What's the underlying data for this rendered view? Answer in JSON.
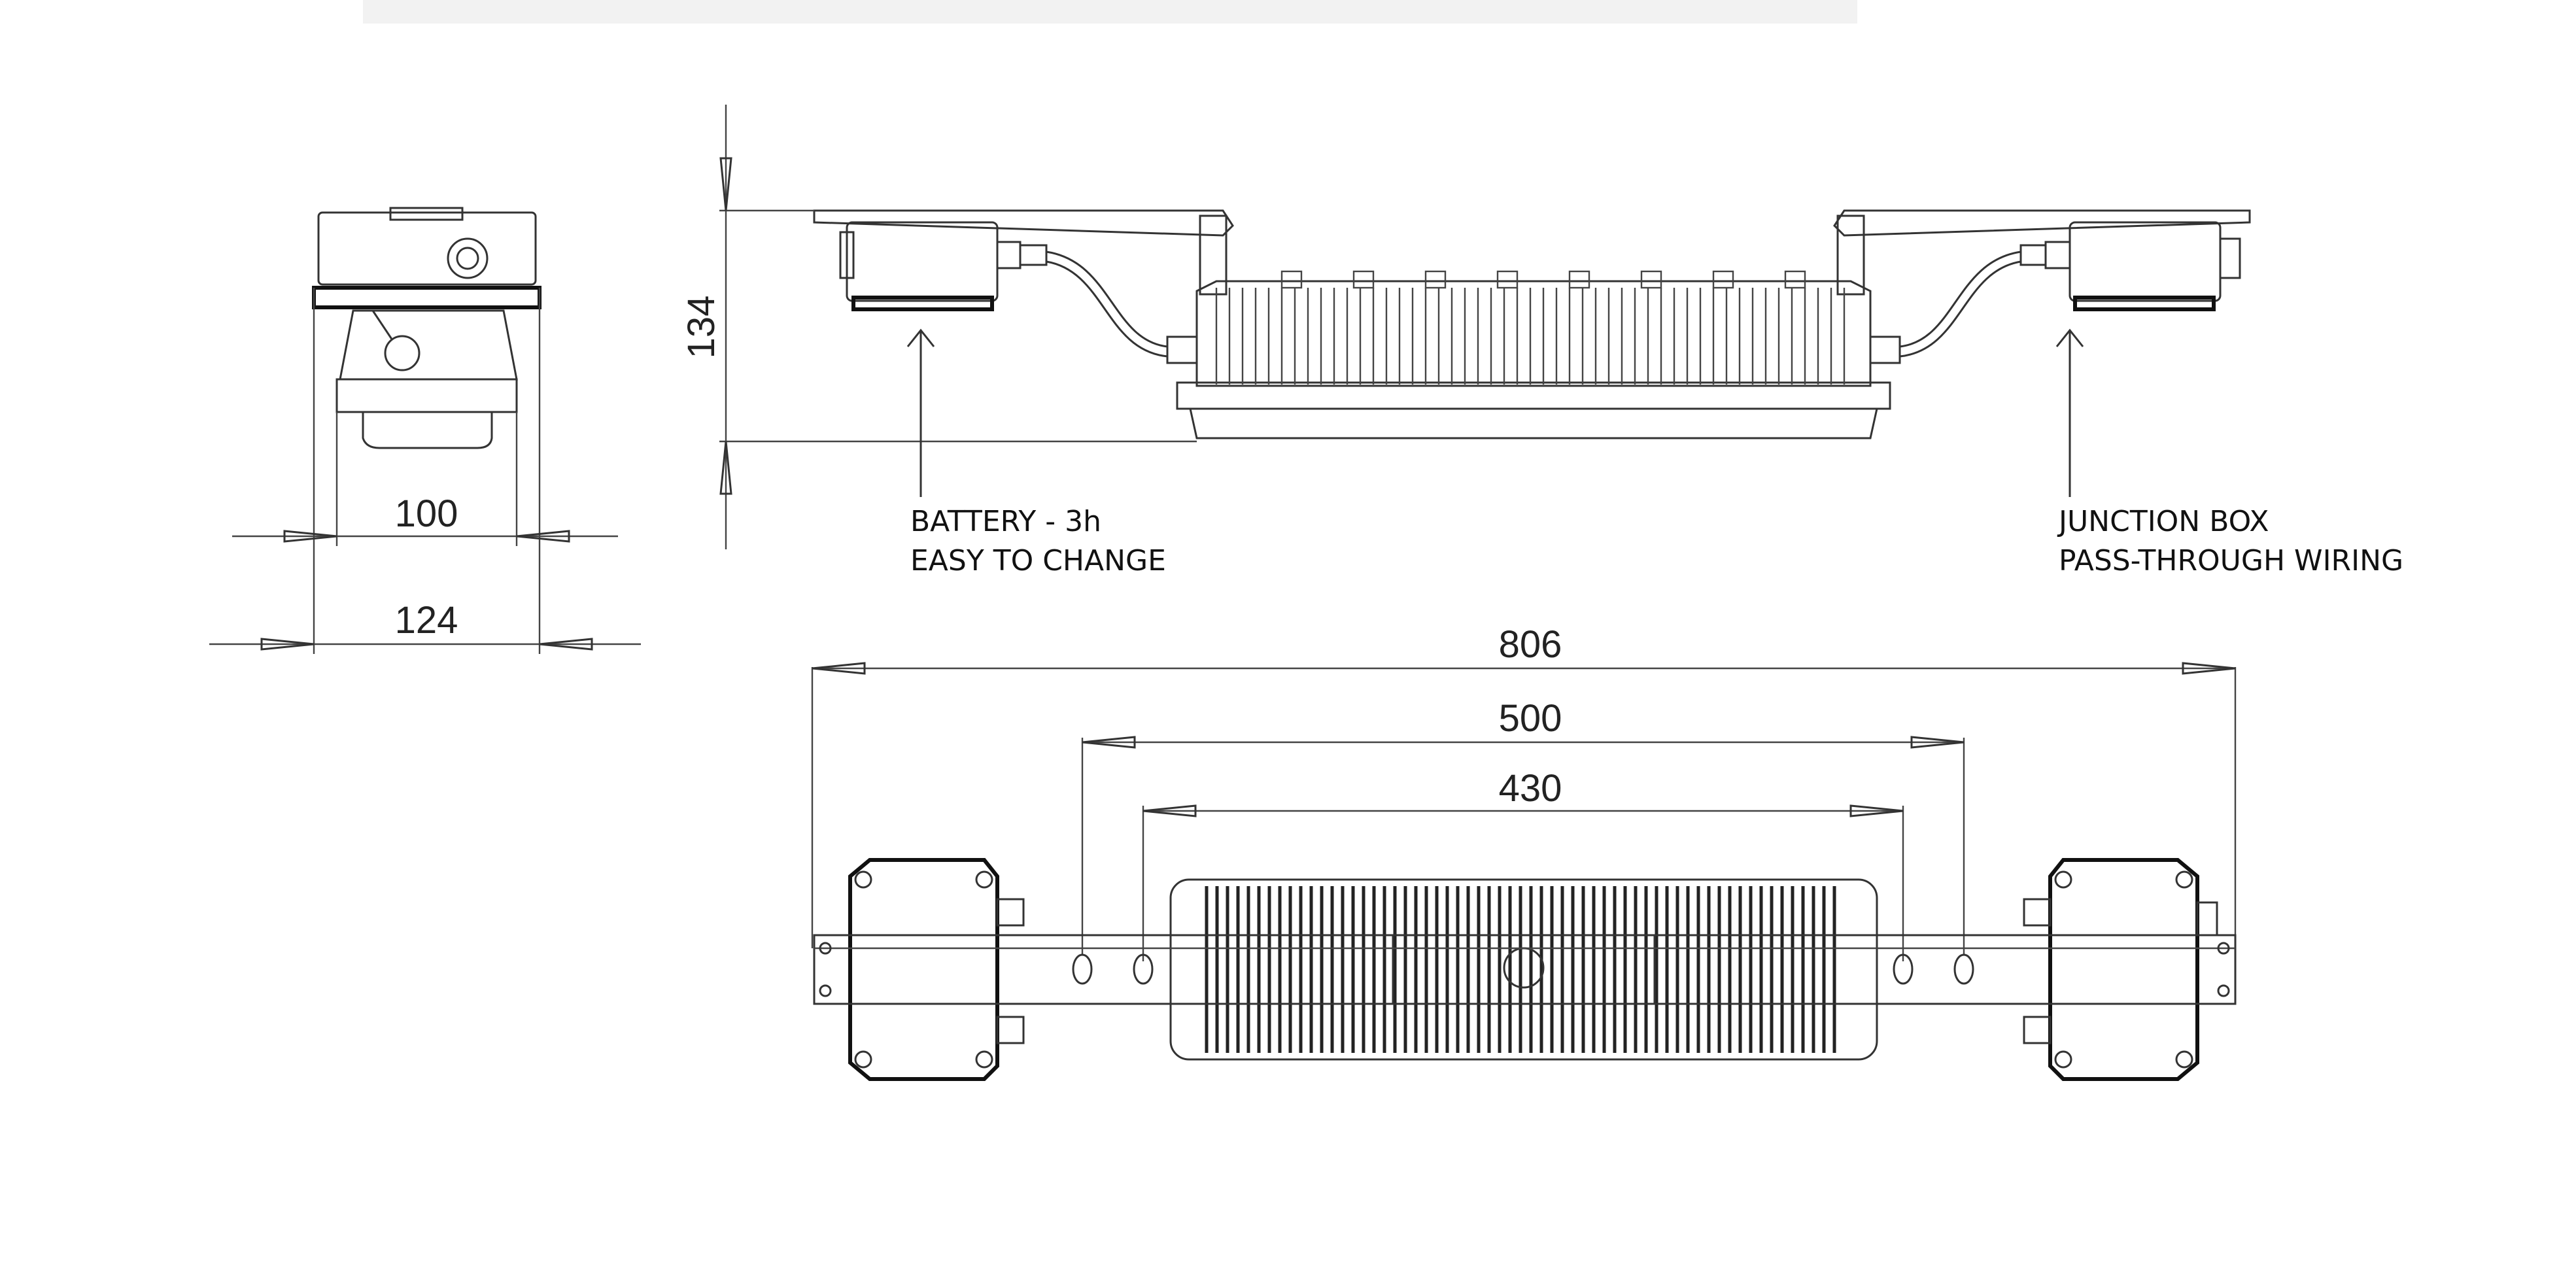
{
  "dimensions": {
    "side_inner_width": "100",
    "side_outer_width": "124",
    "front_height": "134",
    "total_length": "806",
    "mount_spacing_outer": "500",
    "mount_spacing_inner": "430"
  },
  "callouts": {
    "battery": {
      "line1": "BATTERY - 3h",
      "line2": "EASY TO CHANGE"
    },
    "junction": {
      "line1": "JUNCTION BOX",
      "line2": "PASS-THROUGH WIRING"
    }
  },
  "colors": {
    "line": "#333333",
    "background": "#ffffff",
    "top_strip": "#f2f2f2"
  }
}
